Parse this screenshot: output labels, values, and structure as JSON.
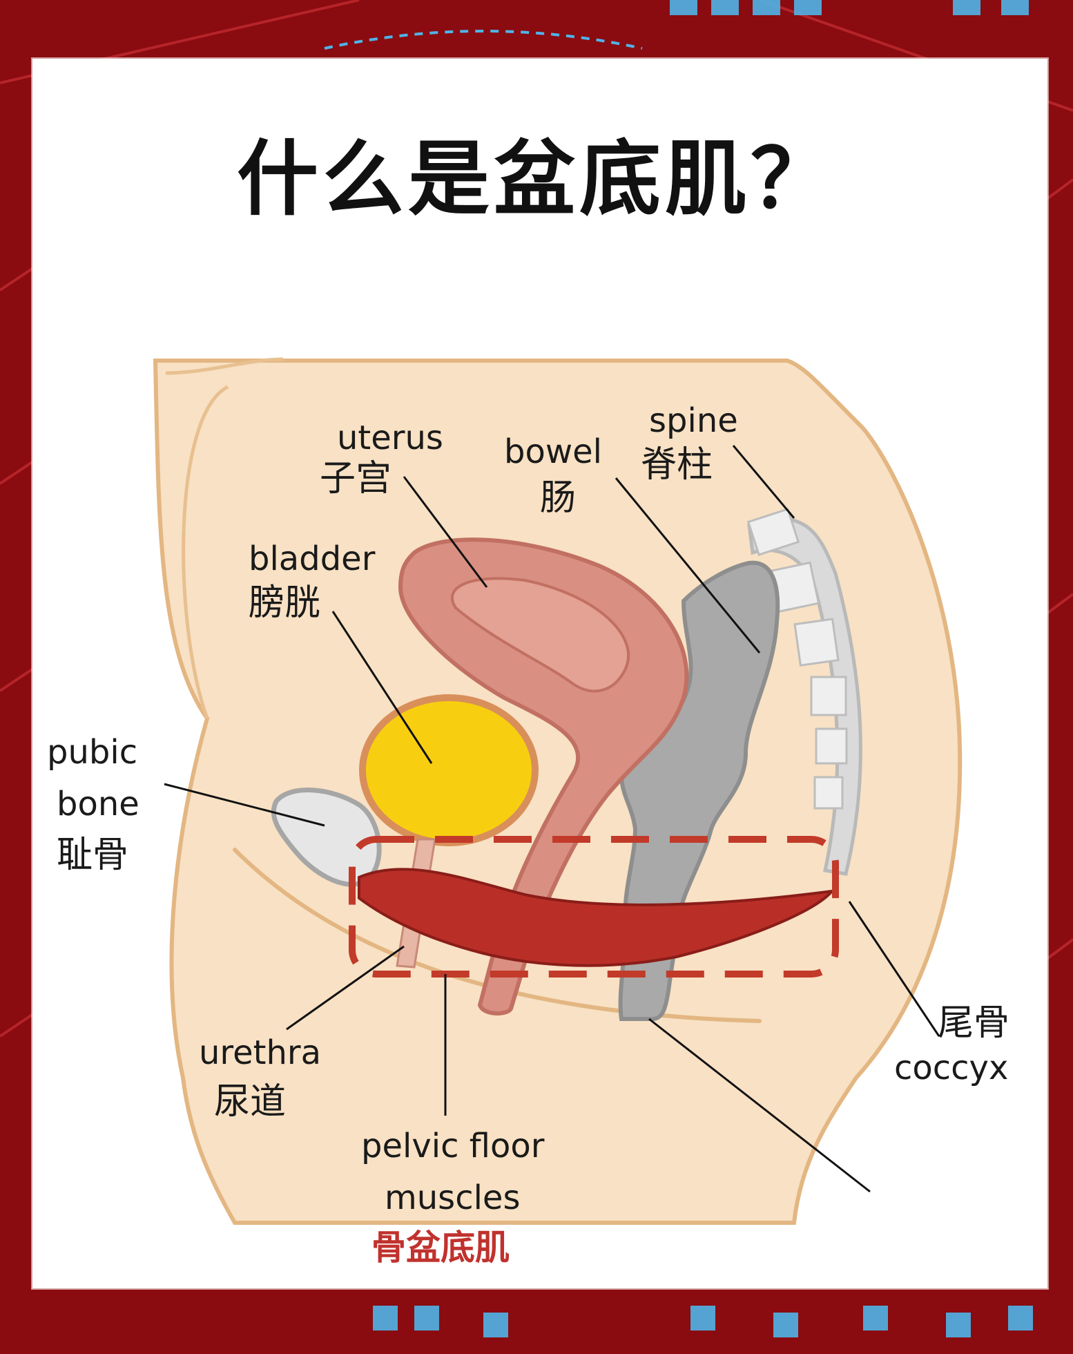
{
  "title": "什么是盆底肌？",
  "labels": {
    "uterus_en": "uterus",
    "uterus_zh": "子宫",
    "bowel_en": "bowel",
    "bowel_zh": "肠",
    "spine_en": "spine",
    "spine_zh": "脊柱",
    "bladder_en": "bladder",
    "bladder_zh": "膀胱",
    "pubic_en_1": "pubic",
    "pubic_en_2": "bone",
    "pubic_zh": "耻骨",
    "coccyx_zh": "尾骨",
    "coccyx_en": "coccyx",
    "urethra_en": "urethra",
    "urethra_zh": "尿道",
    "pelvic_en_1": "pelvic floor",
    "pelvic_en_2": "muscles",
    "pelvic_zh": "骨盆底肌"
  },
  "colors": {
    "background": "#8f0c12",
    "card": "#ffffff",
    "skin": "#f8e1c4",
    "bladder": "#f7cf10",
    "uterus": "#dc9487",
    "bowel": "#a3a3a3",
    "muscle": "#b92f28",
    "dashed_box": "#c23a2a"
  }
}
